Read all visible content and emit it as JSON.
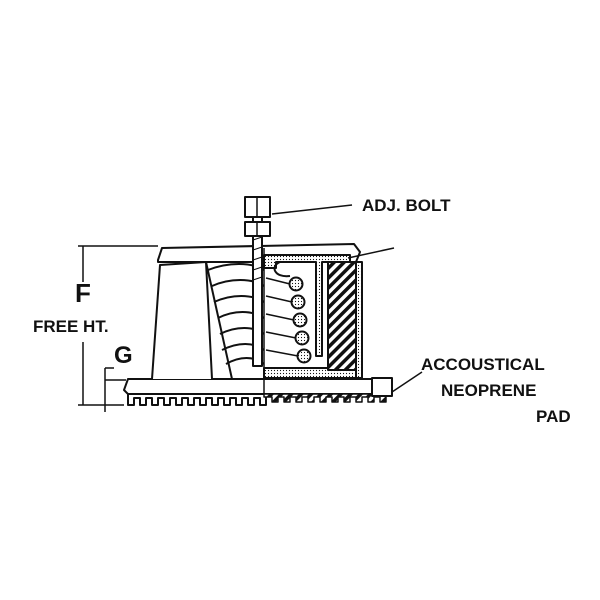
{
  "labels": {
    "bolt": "ADJ. BOLT",
    "dim_f": "F",
    "free_ht": "FREE HT.",
    "dim_g": "G",
    "pad_line1": "ACCOUSTICAL",
    "pad_line2": "NEOPRENE",
    "pad_line3": "PAD"
  },
  "colors": {
    "ink": "#111111",
    "paper": "#ffffff"
  }
}
